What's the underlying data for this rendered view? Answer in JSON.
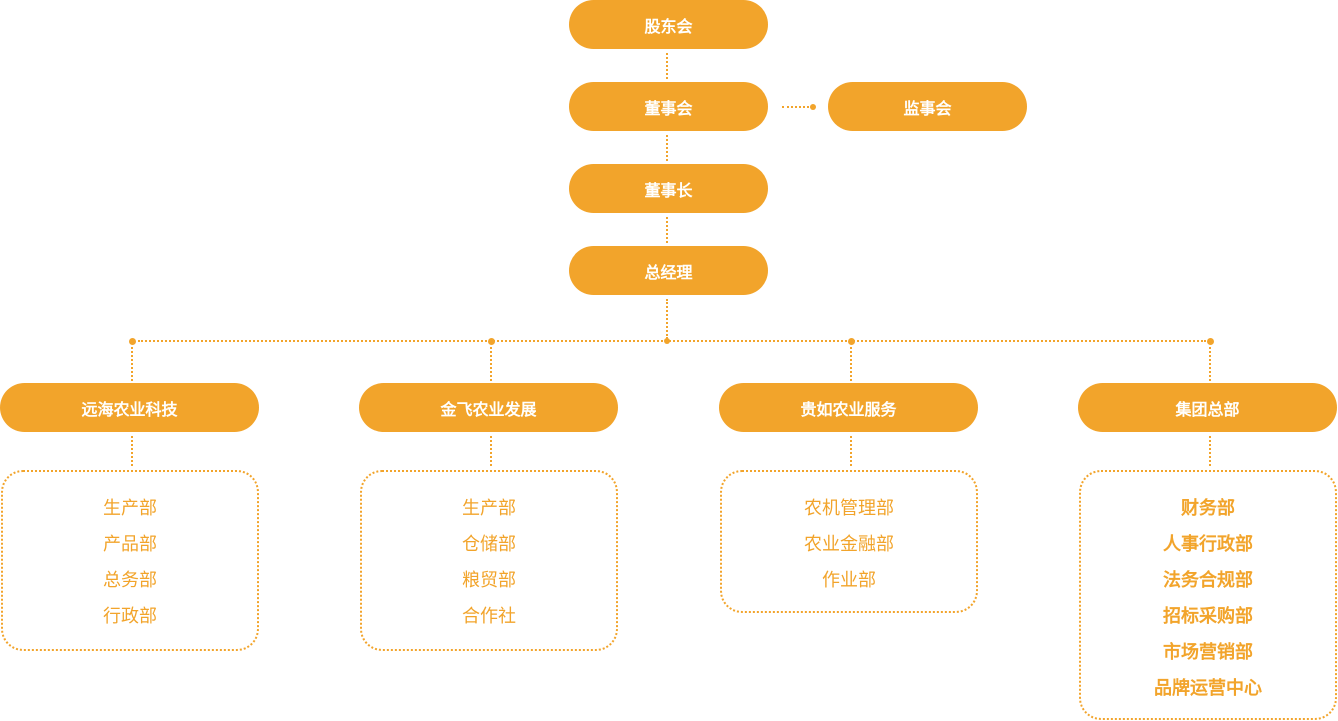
{
  "colors": {
    "accent": "#F2A42B",
    "node_text": "#FFFFFF",
    "background": "#FFFFFF"
  },
  "top_chain": [
    {
      "id": "shareholders",
      "label": "股东会"
    },
    {
      "id": "board",
      "label": "董事会"
    },
    {
      "id": "chairman",
      "label": "董事长"
    },
    {
      "id": "general-manager",
      "label": "总经理"
    }
  ],
  "side_node": {
    "id": "supervisory-board",
    "label": "监事会",
    "attached_to": "董事会"
  },
  "branches": [
    {
      "label": "远海农业科技",
      "departments": [
        "生产部",
        "产品部",
        "总务部",
        "行政部"
      ]
    },
    {
      "label": "金飞农业发展",
      "departments": [
        "生产部",
        "仓储部",
        "粮贸部",
        "合作社"
      ]
    },
    {
      "label": "贵如农业服务",
      "departments": [
        "农机管理部",
        "农业金融部",
        "作业部"
      ]
    },
    {
      "label": "集团总部",
      "departments": [
        "财务部",
        "人事行政部",
        "法务合规部",
        "招标采购部",
        "市场营销部",
        "品牌运营中心"
      ]
    }
  ]
}
